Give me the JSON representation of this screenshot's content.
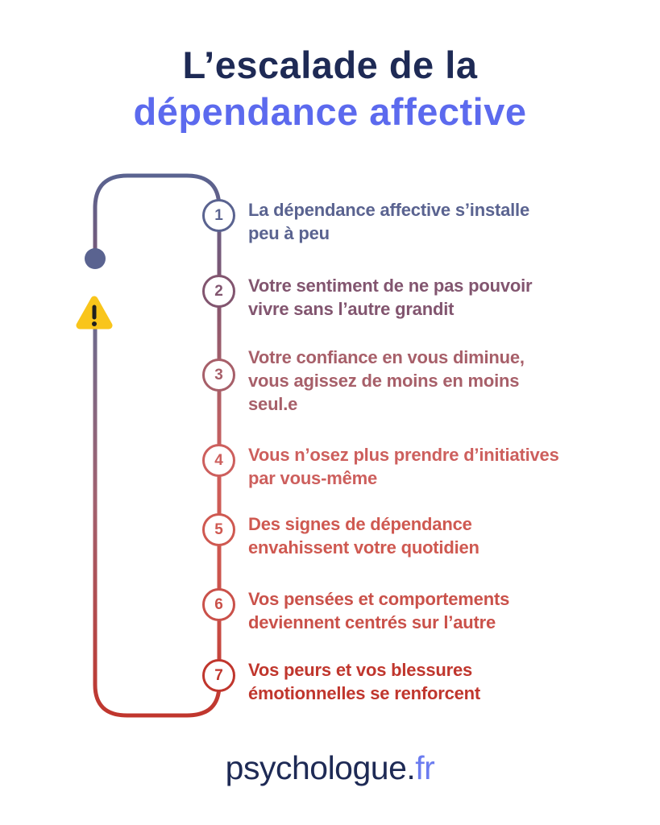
{
  "title": {
    "line1": "L’escalade de la",
    "line2": "dépendance affective",
    "line1_color": "#1e2a55",
    "line2_color": "#5c6aee"
  },
  "steps": [
    {
      "number": "1",
      "text": "La dépendance affective s’installe\npeu à peu",
      "color": "#5a6390"
    },
    {
      "number": "2",
      "text": "Votre sentiment de ne pas pouvoir\nvivre sans l’autre grandit",
      "color": "#82556f"
    },
    {
      "number": "3",
      "text": "Votre confiance en vous diminue,\nvous agissez de moins en moins\nseul.e",
      "color": "#a75f69"
    },
    {
      "number": "4",
      "text": "Vous n’osez plus prendre d’initiatives\npar vous-même",
      "color": "#cd5f5d"
    },
    {
      "number": "5",
      "text": "Des signes de dépendance\nenvahissent votre quotidien",
      "color": "#cf5951"
    },
    {
      "number": "6",
      "text": "Vos pensées et comportements\ndeviennent centrés sur l’autre",
      "color": "#ca514a"
    },
    {
      "number": "7",
      "text": "Vos peurs et vos blessures\némotionnelles se renforcent",
      "color": "#c0362d"
    }
  ],
  "line": {
    "left_branch_top_color": "#6f6a8c",
    "left_branch_mid_color": "#a2616f"
  },
  "warning": {
    "triangle_color": "#f9c51b",
    "mark_color": "#1f1f1f"
  },
  "footer": {
    "brand": "psychologue.",
    "tld": "fr",
    "brand_color": "#1e2a55",
    "tld_color": "#6b7cf0"
  }
}
